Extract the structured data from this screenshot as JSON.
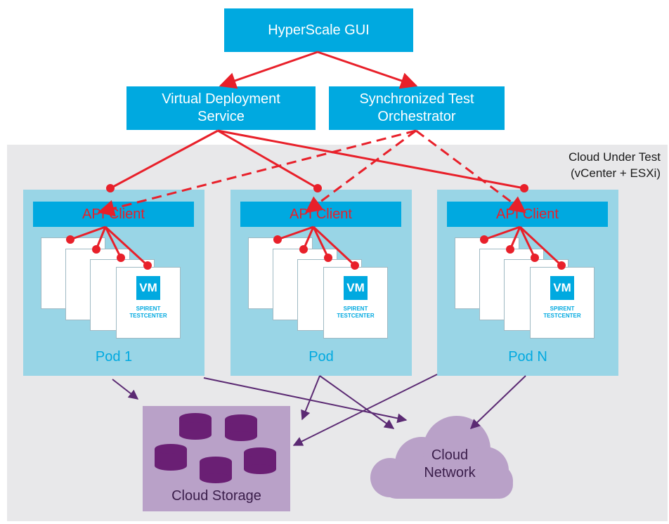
{
  "hyperscale_gui": "HyperScale GUI",
  "virtual_deployment_service": "Virtual Deployment Service",
  "synchronized_test_orchestrator": "Synchronized Test Orchestrator",
  "cloud_under_test": {
    "line1": "Cloud Under Test",
    "line2": "(vCenter + ESXi)"
  },
  "api_client": "API Client",
  "vm_badge": "VM",
  "vm_line1": "SPIRENT",
  "vm_line2": "TESTCENTER",
  "pods": [
    {
      "label": "Pod 1"
    },
    {
      "label": "Pod"
    },
    {
      "label": "Pod N"
    }
  ],
  "cloud_storage": "Cloud Storage",
  "cloud_network": {
    "line1": "Cloud",
    "line2": "Network"
  },
  "colors": {
    "blue": "#00a9e0",
    "light_blue": "#99d5e6",
    "red": "#e8202a",
    "purple": "#5b2a73",
    "storage_bg": "#b9a1c8",
    "cloud_bg": "#e8e8ea"
  }
}
